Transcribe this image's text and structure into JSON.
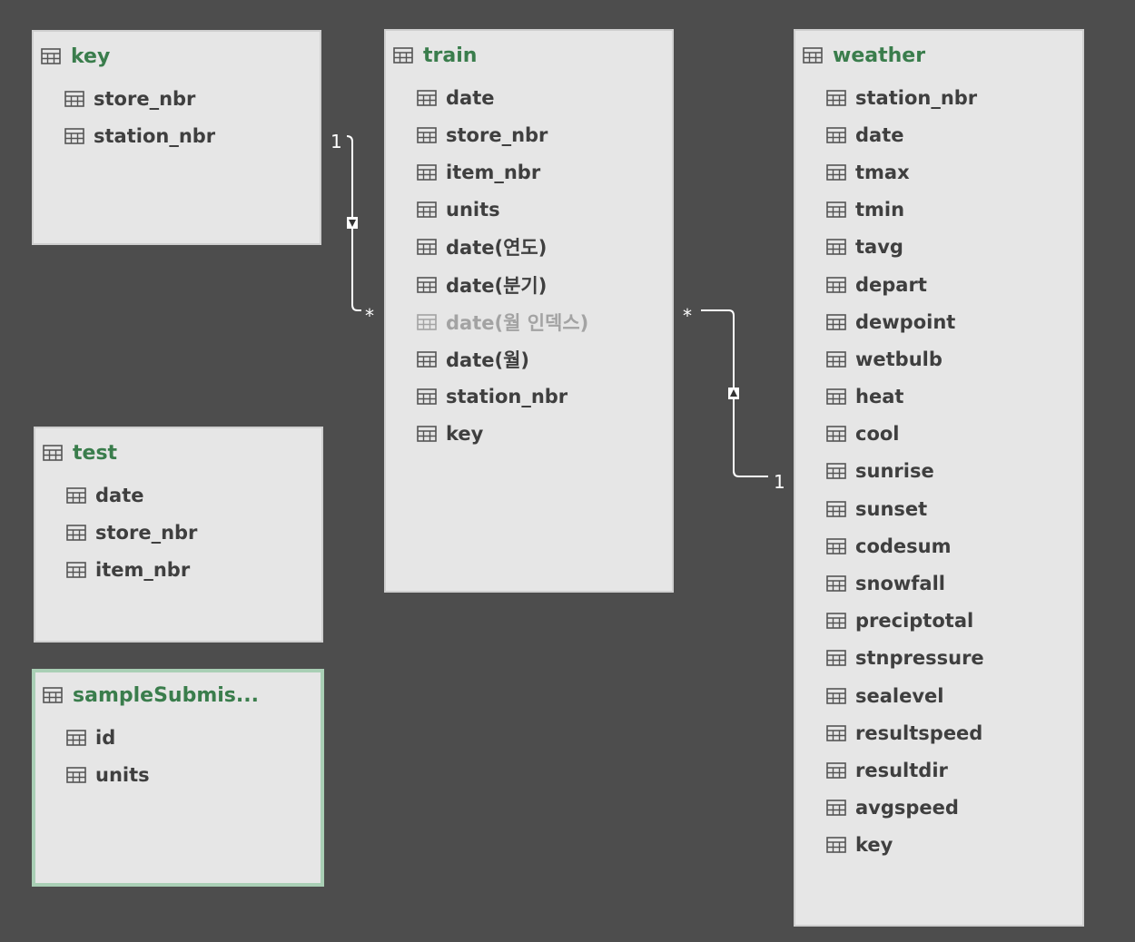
{
  "tables": {
    "key": {
      "title": "key",
      "fields": [
        "store_nbr",
        "station_nbr"
      ]
    },
    "train": {
      "title": "train",
      "fields": [
        "date",
        "store_nbr",
        "item_nbr",
        "units",
        "date(연도)",
        "date(분기)",
        "date(월 인덱스)",
        "date(월)",
        "station_nbr",
        "key"
      ],
      "hidden_field": "date(월 인덱스)"
    },
    "weather": {
      "title": "weather",
      "fields": [
        "station_nbr",
        "date",
        "tmax",
        "tmin",
        "tavg",
        "depart",
        "dewpoint",
        "wetbulb",
        "heat",
        "cool",
        "sunrise",
        "sunset",
        "codesum",
        "snowfall",
        "preciptotal",
        "stnpressure",
        "sealevel",
        "resultspeed",
        "resultdir",
        "avgspeed",
        "key"
      ]
    },
    "test": {
      "title": "test",
      "fields": [
        "date",
        "store_nbr",
        "item_nbr"
      ]
    },
    "sampleSubmission": {
      "title": "sampleSubmis...",
      "fields": [
        "id",
        "units"
      ],
      "selected": true
    }
  },
  "relationships": [
    {
      "from_table": "key",
      "from_cardinality": "1",
      "to_table": "train",
      "to_cardinality": "*",
      "direction": "down"
    },
    {
      "from_table": "weather",
      "from_cardinality": "1",
      "to_table": "train",
      "to_cardinality": "*",
      "direction": "up"
    }
  ],
  "colors": {
    "canvas": "#4d4d4d",
    "card": "#e6e6e6",
    "title": "#3a7d4c",
    "field_text": "#3f3f3f",
    "hidden_text": "#a3a3a3",
    "connector": "#ffffff",
    "selected_border": "#a9cfb5"
  },
  "icons": {
    "table": "table-icon",
    "field": "table-icon"
  }
}
